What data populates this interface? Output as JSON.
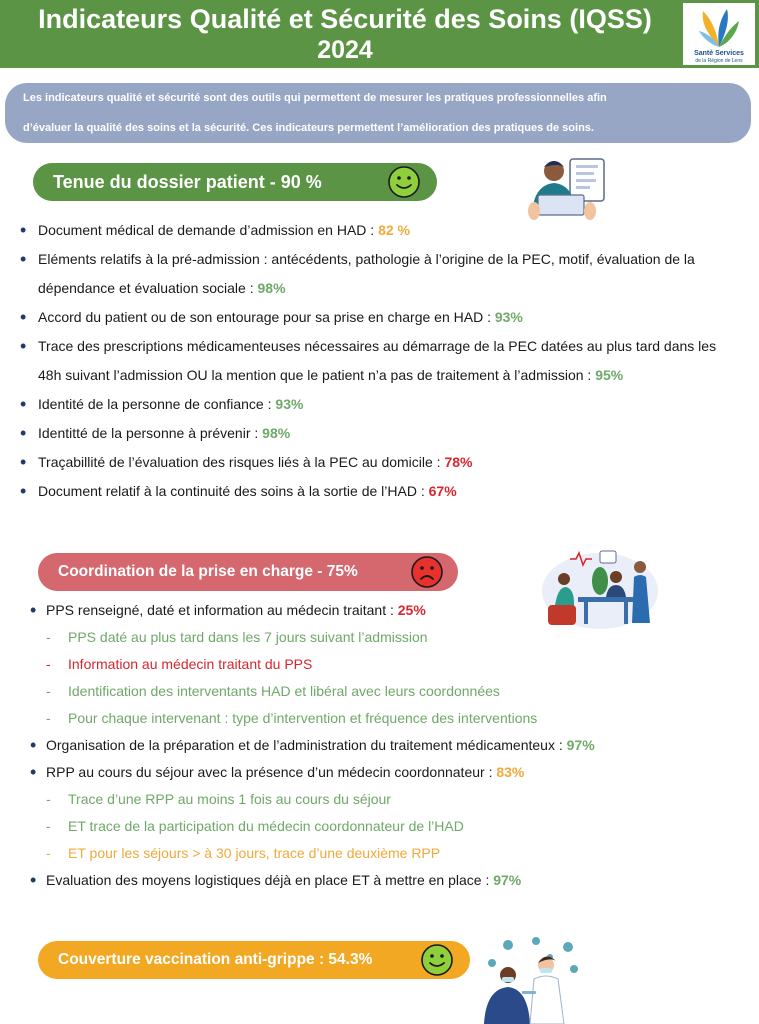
{
  "header": {
    "title": "Indicateurs Qualité et Sécurité des Soins (IQSS)",
    "year": "2024",
    "logo_line1": "Santé Services",
    "logo_line2": "de la Région de Lens",
    "colors": {
      "background": "#5b9444",
      "text": "#ffffff"
    }
  },
  "intro": {
    "line1": "Les indicateurs qualité et sécurité sont des outils qui permettent de mesurer les pratiques professionnelles afin",
    "line2": "d’évaluer la qualité des soins et la sécurité. Ces indicateurs permettent l’amélioration des pratiques de soins."
  },
  "sections": {
    "dossier": {
      "label": "Tenue du dossier patient - 90 %",
      "face": "happy-face-icon",
      "color": "#5b9444",
      "items": [
        {
          "text": "Document médical de demande d’admission en HAD : ",
          "value": "82 %",
          "color": "#f0a93a"
        },
        {
          "text": "Eléments relatifs à la pré-admission : antécédents, pathologie à l’origine de la PEC, motif, évaluation de la dépendance et évaluation sociale : ",
          "value": "98%",
          "color": "#70a869"
        },
        {
          "text": "Accord du patient ou de son entourage pour sa prise en charge en HAD : ",
          "value": "93%",
          "color": "#70a869"
        },
        {
          "text": "Trace des prescriptions médicamenteuses nécessaires au démarrage de la PEC datées au plus tard dans les 48h suivant l’admission OU la mention que le patient n’a pas de traitement à l’admission : ",
          "value": "95%",
          "color": "#70a869"
        },
        {
          "text": "Identité de la personne de confiance : ",
          "value": "93%",
          "color": "#70a869"
        },
        {
          "text": "Identitté de la personne à prévenir : ",
          "value": "98%",
          "color": "#70a869"
        },
        {
          "text": "Traçabillité de l’évaluation des risques liés à la PEC au domicile : ",
          "value": "78%",
          "color": "#d7262e"
        },
        {
          "text": "Document relatif à la continuité des soins à la sortie de l’HAD : ",
          "value": "67%",
          "color": "#d7262e"
        }
      ]
    },
    "coordination": {
      "label": "Coordination de la prise en charge - 75%",
      "face": "sad-face-icon",
      "color": "#d4686e",
      "items": [
        {
          "kind": "bullet",
          "text": "PPS renseigné, daté et information au médecin traitant : ",
          "value": "25%",
          "color": "#d7262e"
        },
        {
          "kind": "dash",
          "text": "PPS daté au plus tard dans les 7 jours suivant l’admission",
          "color": "#70a869"
        },
        {
          "kind": "dash",
          "text": "Information au médecin traitant du PPS",
          "color": "#d7262e"
        },
        {
          "kind": "dash",
          "text": "Identification des interventants HAD et libéral avec leurs coordonnées",
          "color": "#70a869"
        },
        {
          "kind": "dash",
          "text": "Pour chaque intervenant : type d’intervention et fréquence des interventions",
          "color": "#70a869"
        },
        {
          "kind": "bullet",
          "text": "Organisation de la préparation et de l’administration du traitement médicamenteux : ",
          "value": "97%",
          "color": "#70a869"
        },
        {
          "kind": "bullet",
          "text": "RPP au cours du séjour avec la présence d’un médecin coordonnateur : ",
          "value": "83%",
          "color": "#f0a93a"
        },
        {
          "kind": "dash",
          "text": "Trace d’une RPP au moins 1 fois au cours du séjour",
          "color": "#70a869"
        },
        {
          "kind": "dash",
          "text": "ET trace de la participation du médecin coordonnateur de l’HAD",
          "color": "#70a869"
        },
        {
          "kind": "dash",
          "text": "ET pour les séjours > à  30 jours, trace d’une deuxième RPP",
          "color": "#f0a93a"
        },
        {
          "kind": "bullet",
          "text": "Evaluation des moyens logistiques déjà en place ET à mettre en place : ",
          "value": "97%",
          "color": "#70a869"
        }
      ]
    },
    "vaccination": {
      "label": "Couverture vaccination anti-grippe : 54.3%",
      "face": "happy-face-icon",
      "color": "#f3a823"
    }
  }
}
